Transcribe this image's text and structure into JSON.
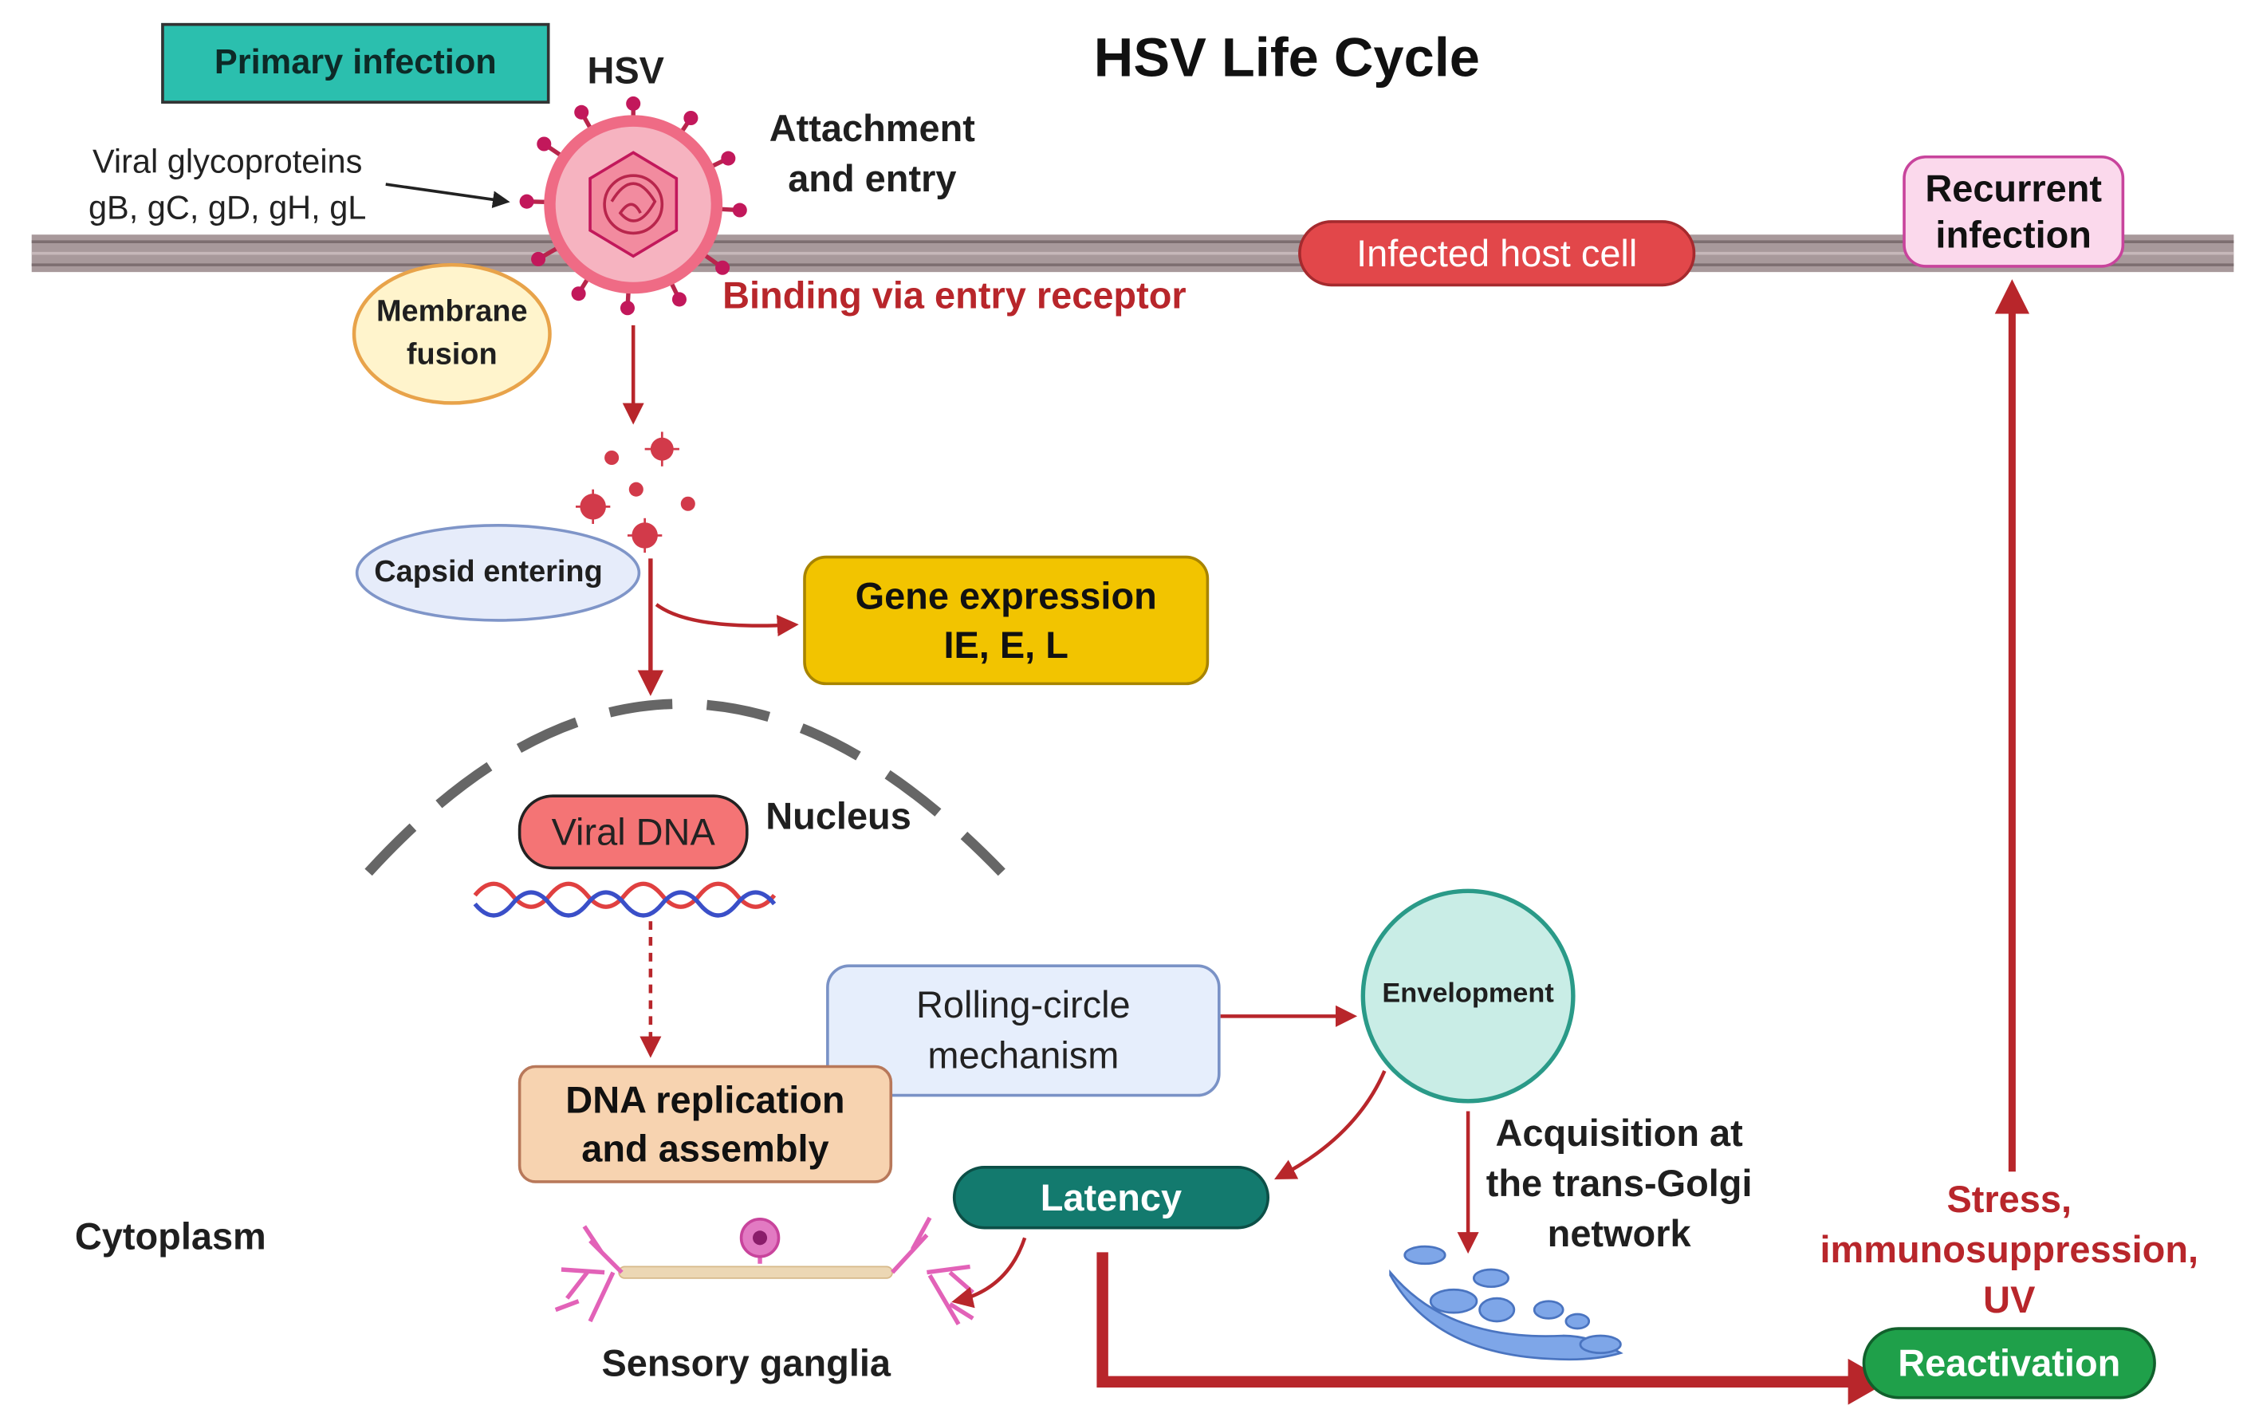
{
  "title": "HSV Life Cycle",
  "primary_infection": "Primary infection",
  "virus_label": "HSV",
  "glycoproteins_line1": "Viral glycoproteins",
  "glycoproteins_line2": "gB, gC, gD, gH, gL",
  "attachment_line1": "Attachment",
  "attachment_line2": "and entry",
  "binding": "Binding via entry receptor",
  "infected_host_cell": "Infected host cell",
  "recurrent_line1": "Recurrent",
  "recurrent_line2": "infection",
  "membrane_line1": "Membrane",
  "membrane_line2": "fusion",
  "capsid_entering": "Capsid entering",
  "gene_line1": "Gene expression",
  "gene_line2": "IE, E, L",
  "viral_dna": "Viral DNA",
  "nucleus": "Nucleus",
  "rolling_line1": "Rolling-circle",
  "rolling_line2": "mechanism",
  "envelopment": "Envelopment",
  "dna_rep_line1": "DNA replication",
  "dna_rep_line2": "and assembly",
  "acq_line1": "Acquisition at",
  "acq_line2": "the trans-Golgi",
  "acq_line3": "network",
  "latency": "Latency",
  "cytoplasm": "Cytoplasm",
  "sensory_ganglia": "Sensory ganglia",
  "stress_line1": "Stress,",
  "stress_line2": "immunosuppression,",
  "stress_line3": "UV",
  "reactivation": "Reactivation",
  "colors": {
    "arrow_red": "#b8262b",
    "primary_teal": "#2bbfae",
    "infected_red": "#e2474a",
    "gene_yellow": "#f2c400",
    "dna_salmon": "#f47475",
    "replication_peach": "#f7d3b0",
    "rolling_blue": "#e6eefc",
    "envelopment_mint": "#c9ede6",
    "latency_teal": "#137a6e",
    "reactivation_green": "#1fa04a",
    "recurrent_pink": "#fbd9ec",
    "membrane_cream": "#fff4cc",
    "capsid_blue": "#e6ecfa"
  }
}
